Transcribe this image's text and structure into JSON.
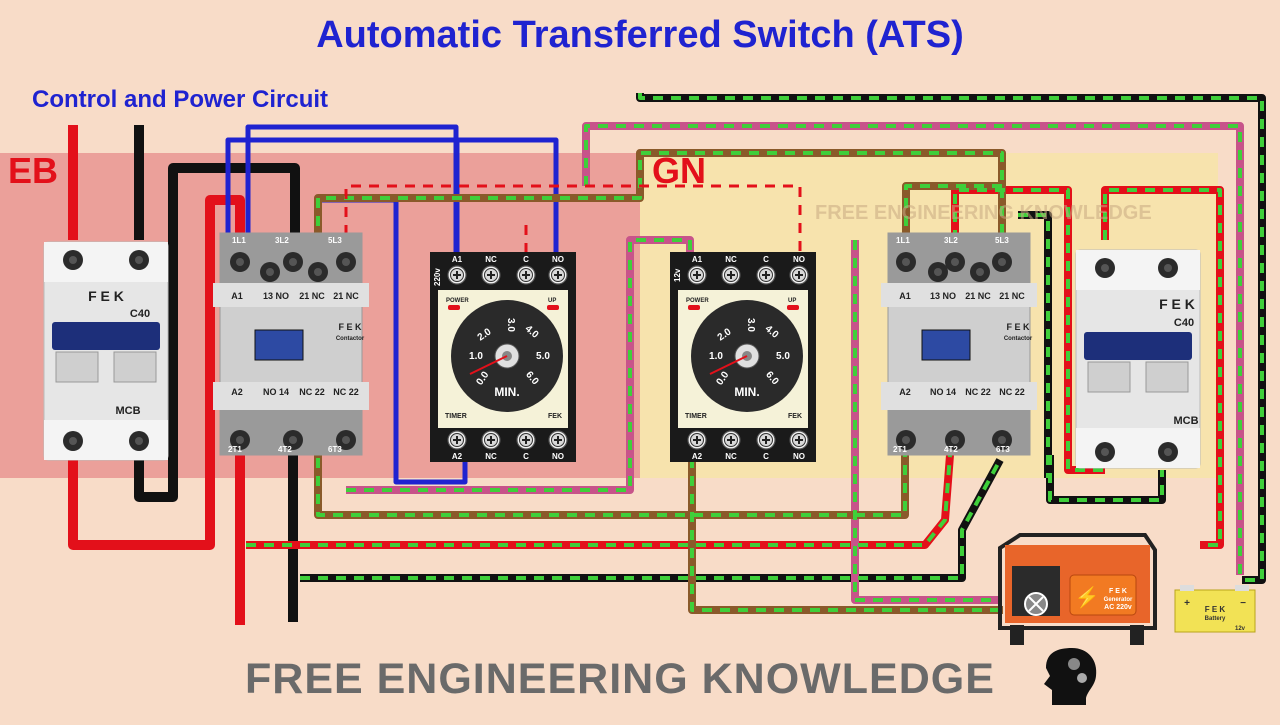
{
  "title": "Automatic Transferred Switch (ATS)",
  "subtitle": "Control and  Power Circuit",
  "zones": {
    "eb": "EB",
    "gn": "GN"
  },
  "watermark": "FREE ENGINEERING KNOWLEDGE",
  "footer": "FREE ENGINEERING KNOWLEDGE",
  "mcb_left": {
    "brand": "F E K",
    "rating": "C40",
    "label": "MCB"
  },
  "mcb_right": {
    "brand": "F E K",
    "rating": "C40",
    "label": "MCB"
  },
  "contactor_left": {
    "top_terms": [
      "1L1",
      "3L2",
      "5L3"
    ],
    "top_labels": [
      "A1",
      "13 NO",
      "21 NC",
      "21 NC"
    ],
    "brand": "F E K",
    "brand_sub": "Contactor",
    "bottom_labels": [
      "A2",
      "NO 14",
      "NC 22",
      "NC 22"
    ],
    "bottom_terms": [
      "2T1",
      "4T2",
      "6T3"
    ]
  },
  "contactor_right": {
    "top_terms": [
      "1L1",
      "3L2",
      "5L3"
    ],
    "top_labels": [
      "A1",
      "13 NO",
      "21 NC",
      "21 NC"
    ],
    "brand": "F E K",
    "brand_sub": "Contactor",
    "bottom_labels": [
      "A2",
      "NO 14",
      "NC 22",
      "NC 22"
    ],
    "bottom_terms": [
      "2T1",
      "4T2",
      "6T3"
    ]
  },
  "timer_left": {
    "voltage": "220v",
    "top_terms": [
      "A1",
      "NC",
      "C",
      "NO"
    ],
    "power": "POWER",
    "up": "UP",
    "dial": [
      "0.0",
      "1.0",
      "2.0",
      "3.0",
      "4.0",
      "5.0",
      "6.0"
    ],
    "unit": "MIN.",
    "timer": "TIMER",
    "brand": "FEK",
    "bottom_terms": [
      "A2",
      "NC",
      "C",
      "NO"
    ]
  },
  "timer_right": {
    "voltage": "12v",
    "top_terms": [
      "A1",
      "NC",
      "C",
      "NO"
    ],
    "power": "POWER",
    "up": "UP",
    "dial": [
      "0.0",
      "1.0",
      "2.0",
      "3.0",
      "4.0",
      "5.0",
      "6.0"
    ],
    "unit": "MIN.",
    "timer": "TIMER",
    "brand": "FEK",
    "bottom_terms": [
      "A2",
      "NC",
      "C",
      "NO"
    ]
  },
  "generator": {
    "brand": "F E K",
    "line1": "Generator",
    "line2": "AC 220v"
  },
  "battery": {
    "brand": "F E K",
    "name": "Battery",
    "rating": "12v",
    "plus": "+",
    "minus": "−"
  },
  "colors": {
    "background": "#f8dcc8",
    "eb_zone": "#eba09a",
    "gn_zone": "#f7e3ad",
    "title_blue": "#1f23d0",
    "red_wire": "#e3101a",
    "black_wire": "#111111",
    "blue_wire": "#1f23d0",
    "green_dash": "#3fcf3a",
    "pink_line": "#c7548a",
    "brown_line": "#8a5a2a"
  }
}
